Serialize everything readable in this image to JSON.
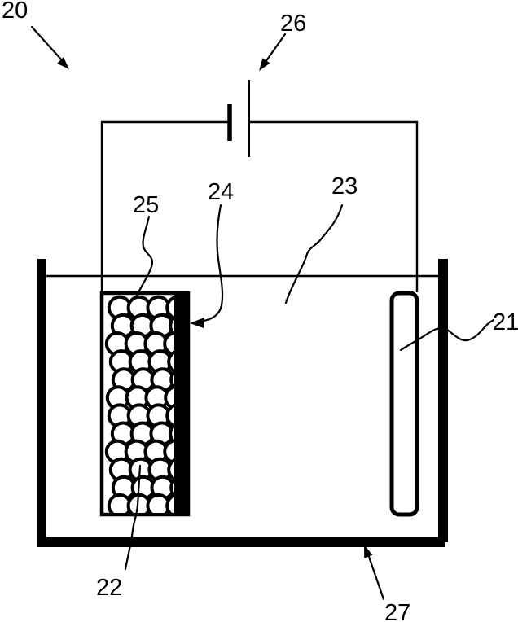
{
  "figure": {
    "background": "#ffffff",
    "line_color": "#000000",
    "labels": {
      "l20": "20",
      "l21": "21",
      "l22": "22",
      "l23": "23",
      "l24": "24",
      "l25": "25",
      "l26": "26",
      "l27": "27"
    },
    "spheres": {
      "rows": 12,
      "cols": 4
    }
  }
}
